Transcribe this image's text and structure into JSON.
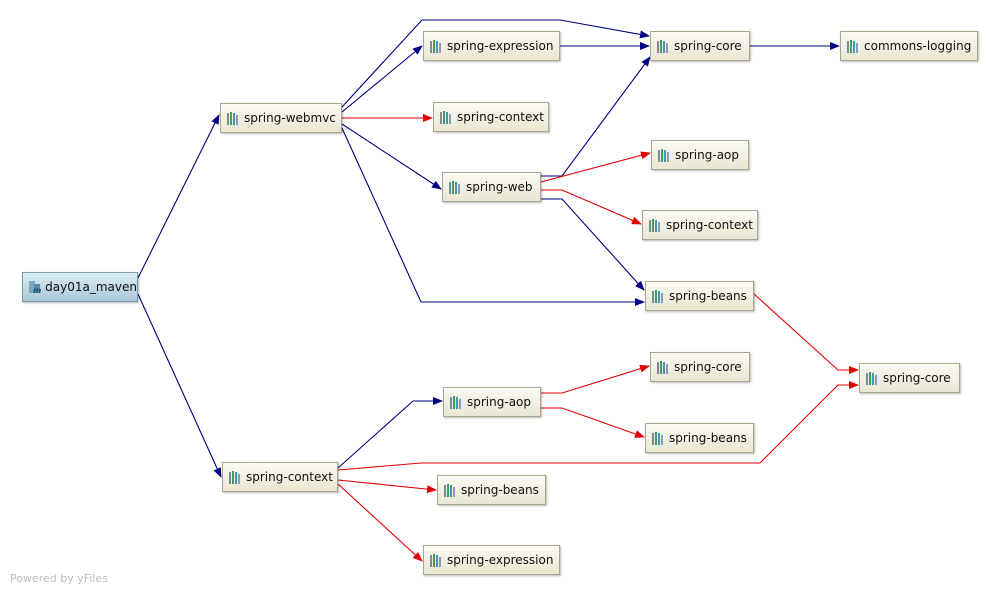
{
  "diagram": {
    "colors": {
      "compile": "#000080",
      "conflict": "#e00000"
    },
    "nodes": [
      {
        "id": "root",
        "label": "day01a_maven",
        "root": true
      },
      {
        "id": "webmvc",
        "label": "spring-webmvc"
      },
      {
        "id": "ctx_main",
        "label": "spring-context"
      },
      {
        "id": "expr1",
        "label": "spring-expression"
      },
      {
        "id": "ctx1",
        "label": "spring-context"
      },
      {
        "id": "web",
        "label": "spring-web"
      },
      {
        "id": "core1",
        "label": "spring-core"
      },
      {
        "id": "clog",
        "label": "commons-logging"
      },
      {
        "id": "aop1",
        "label": "spring-aop"
      },
      {
        "id": "ctx2",
        "label": "spring-context"
      },
      {
        "id": "beans1",
        "label": "spring-beans"
      },
      {
        "id": "core2",
        "label": "spring-core"
      },
      {
        "id": "aop2",
        "label": "spring-aop"
      },
      {
        "id": "core3",
        "label": "spring-core"
      },
      {
        "id": "beans2",
        "label": "spring-beans"
      },
      {
        "id": "beans3",
        "label": "spring-beans"
      },
      {
        "id": "expr2",
        "label": "spring-expression"
      }
    ],
    "edges": [
      {
        "from": "root",
        "to": "webmvc",
        "kind": "compile"
      },
      {
        "from": "root",
        "to": "ctx_main",
        "kind": "compile"
      },
      {
        "from": "webmvc",
        "to": "expr1",
        "kind": "compile"
      },
      {
        "from": "webmvc",
        "to": "core1",
        "kind": "compile"
      },
      {
        "from": "webmvc",
        "to": "ctx1",
        "kind": "conflict"
      },
      {
        "from": "webmvc",
        "to": "web",
        "kind": "compile"
      },
      {
        "from": "webmvc",
        "to": "beans1",
        "kind": "compile"
      },
      {
        "from": "expr1",
        "to": "core1",
        "kind": "compile"
      },
      {
        "from": "core1",
        "to": "clog",
        "kind": "compile"
      },
      {
        "from": "web",
        "to": "core1",
        "kind": "compile"
      },
      {
        "from": "web",
        "to": "aop1",
        "kind": "conflict"
      },
      {
        "from": "web",
        "to": "ctx2",
        "kind": "conflict"
      },
      {
        "from": "web",
        "to": "beans1",
        "kind": "compile"
      },
      {
        "from": "beans1",
        "to": "core2",
        "kind": "conflict"
      },
      {
        "from": "ctx_main",
        "to": "aop2",
        "kind": "compile"
      },
      {
        "from": "ctx_main",
        "to": "core2",
        "kind": "conflict"
      },
      {
        "from": "ctx_main",
        "to": "beans3",
        "kind": "conflict"
      },
      {
        "from": "ctx_main",
        "to": "expr2",
        "kind": "conflict"
      },
      {
        "from": "aop2",
        "to": "core3",
        "kind": "conflict"
      },
      {
        "from": "aop2",
        "to": "beans2",
        "kind": "conflict"
      }
    ]
  },
  "footer": {
    "text": "Powered by yFiles"
  }
}
